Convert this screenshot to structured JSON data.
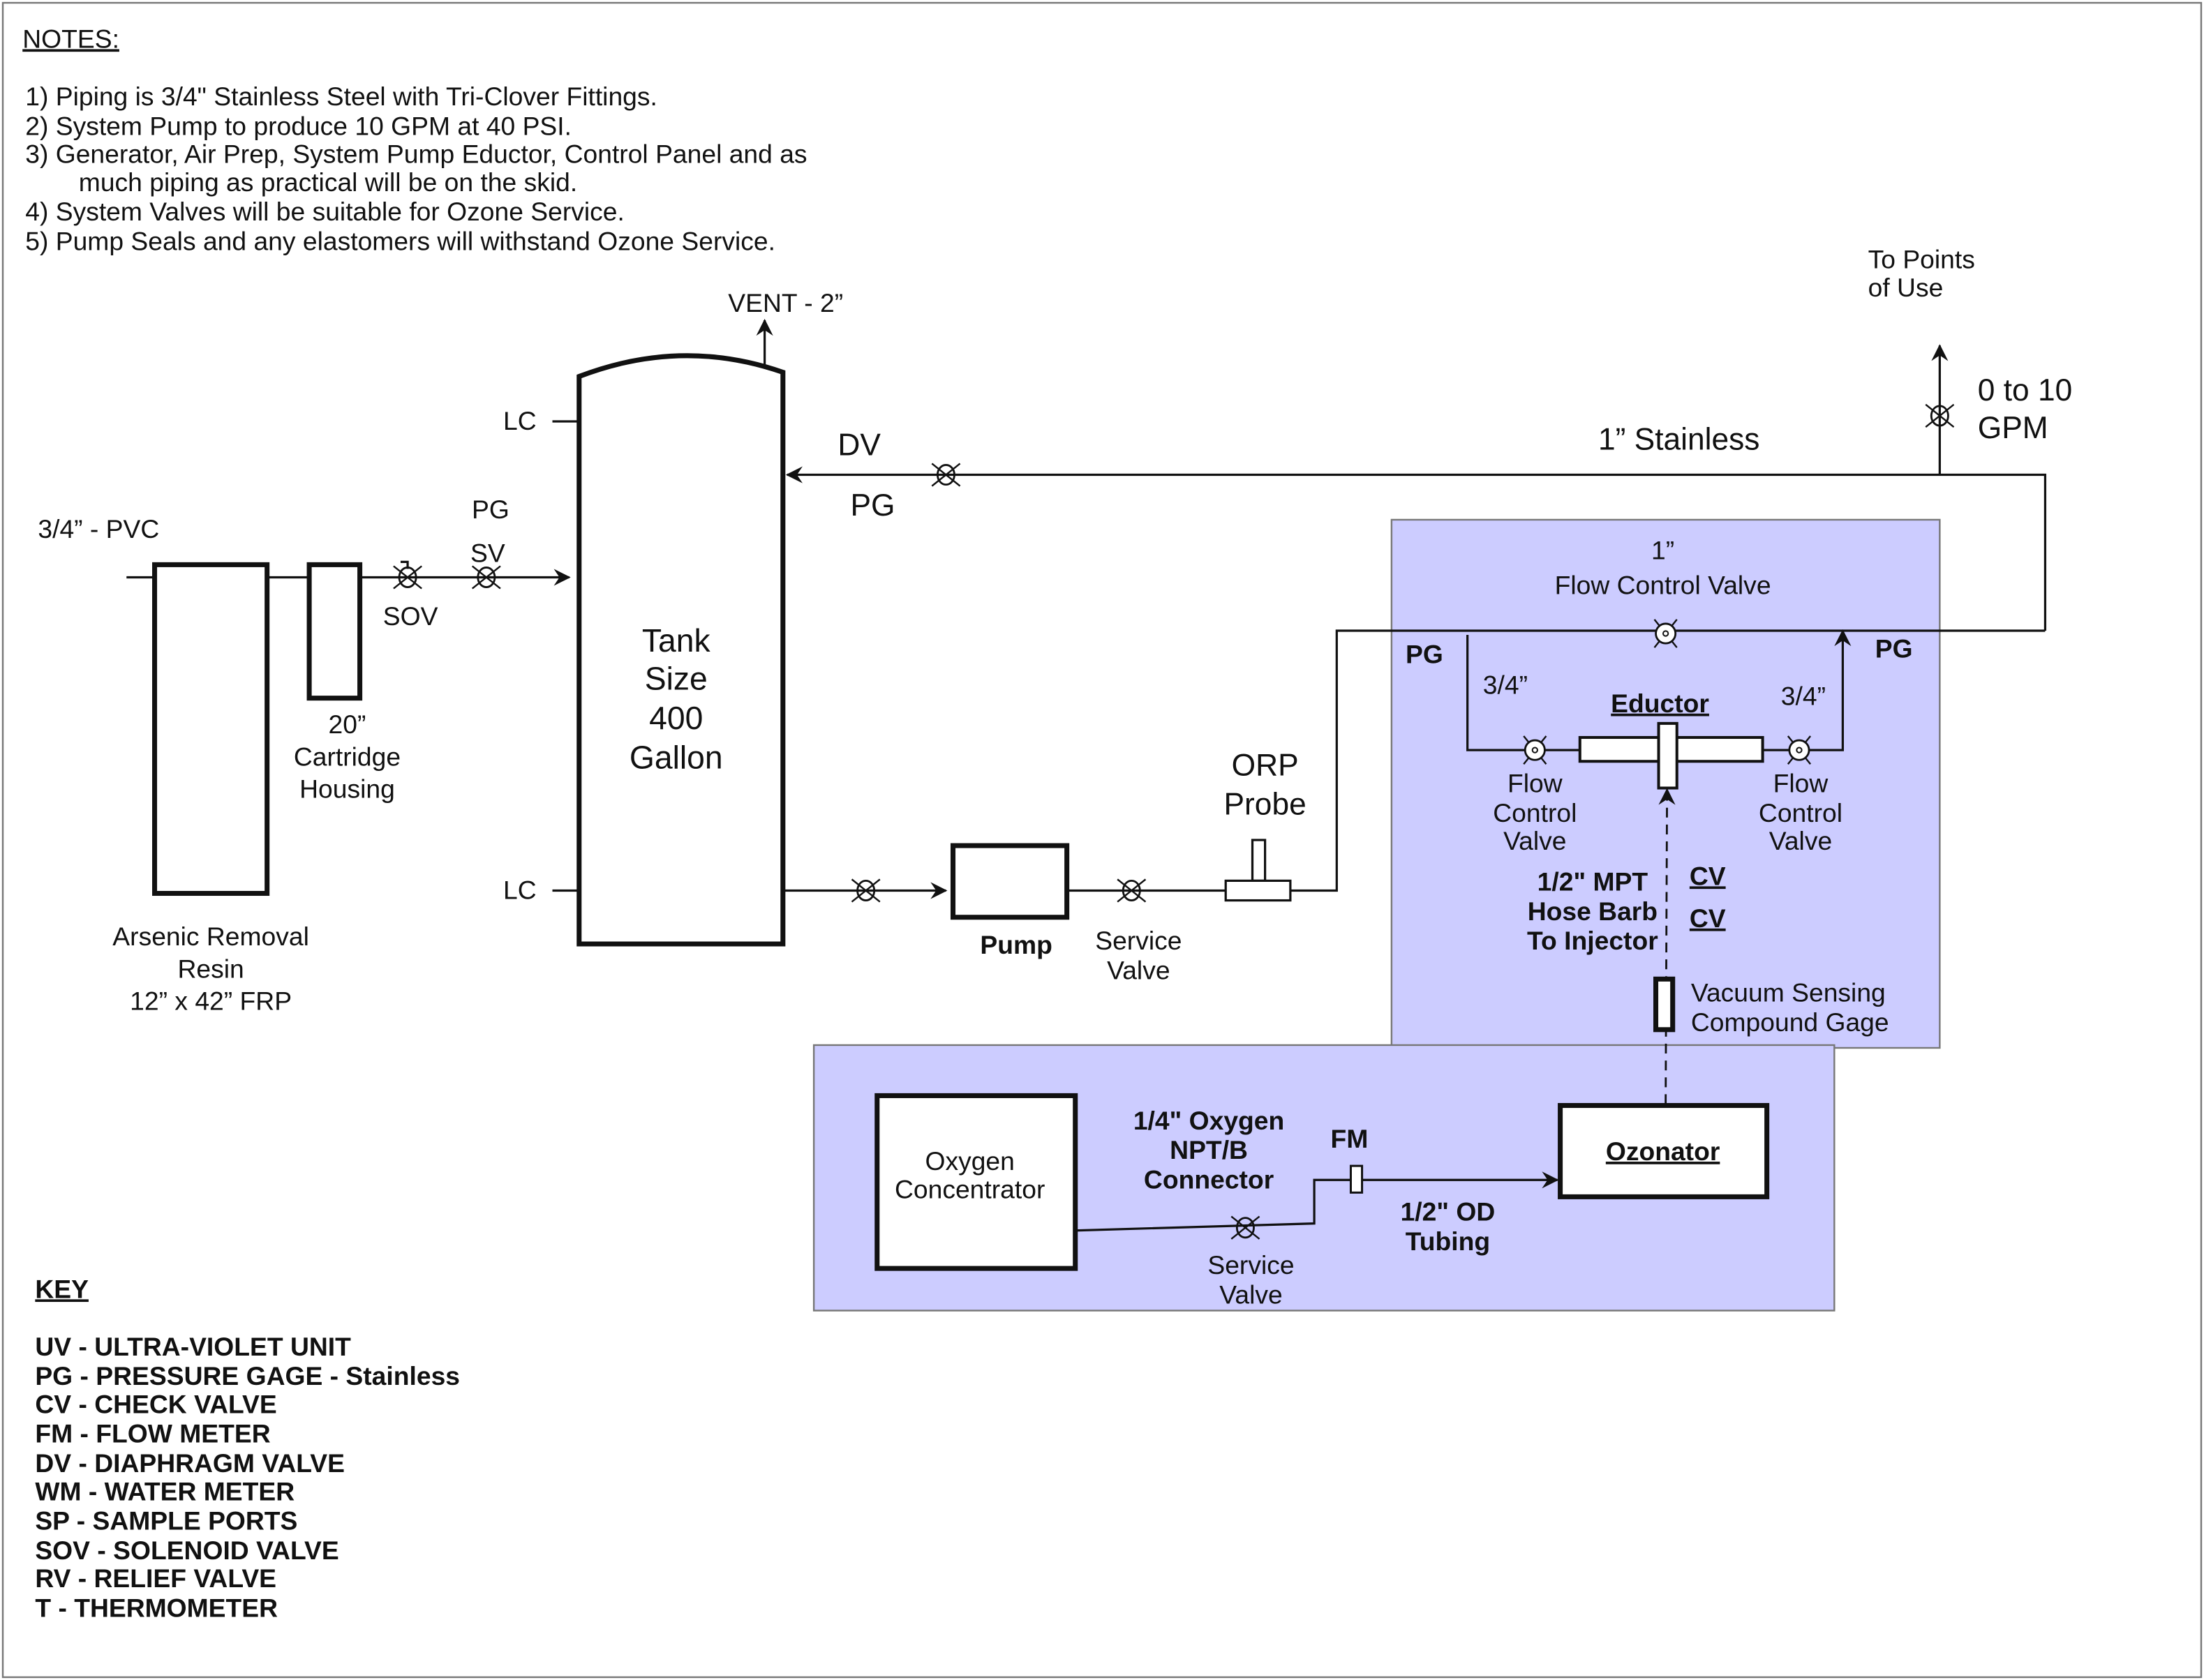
{
  "notes": {
    "title": "NOTES:",
    "items": [
      "1)  Piping is 3/4\" Stainless Steel with Tri-Clover Fittings.",
      "2)  System Pump to produce 10 GPM at 40 PSI.",
      "3)  Generator, Air Prep, System Pump Eductor, Control Panel and as",
      "much piping as practical will be on the skid.",
      "4)  System Valves will be suitable for Ozone Service.",
      "5)  Pump Seals and any elastomers will withstand Ozone Service."
    ]
  },
  "inlet": {
    "pipe_label": "3/4” - PVC",
    "sov_label": "SOV",
    "pg_label": "PG",
    "sv_label": "SV",
    "resin": [
      "Arsenic Removal",
      "Resin",
      "12” x 42” FRP"
    ],
    "cartridge": [
      "20”",
      "Cartridge",
      "Housing"
    ]
  },
  "tank": {
    "vent_label": "VENT - 2”",
    "lc_top": "LC",
    "lc_bottom": "LC",
    "lines": [
      "Tank",
      "Size",
      "400",
      "Gallon"
    ]
  },
  "return_line": {
    "dv_label": "DV",
    "pg_label": "PG",
    "pipe_label": "1” Stainless",
    "points_of_use": [
      "To Points",
      "of Use"
    ],
    "flow": [
      "0 to 10",
      "GPM"
    ]
  },
  "pump_line": {
    "pump_label": "Pump",
    "service_valve": [
      "Service",
      "Valve"
    ],
    "orp": [
      "ORP",
      "Probe"
    ]
  },
  "eductor_skid": {
    "fcv_top": [
      "1”",
      "Flow Control Valve"
    ],
    "pg_left": "PG",
    "pg_right": "PG",
    "size_left": "3/4”",
    "size_right": "3/4”",
    "eductor_label": "Eductor",
    "fcv_left": [
      "Flow",
      "Control",
      "Valve"
    ],
    "fcv_right": [
      "Flow",
      "Control",
      "Valve"
    ],
    "hose_barb": [
      "1/2\" MPT",
      "Hose Barb",
      "To Injector"
    ],
    "cv_1": "CV",
    "cv_2": "CV",
    "gage": [
      "Vacuum Sensing",
      "Compound Gage"
    ]
  },
  "oxygen_skid": {
    "concentrator": [
      "Oxygen",
      "Concentrator"
    ],
    "connector": [
      "1/4\" Oxygen",
      "NPT/B",
      "Connector"
    ],
    "fm_label": "FM",
    "service_valve": [
      "Service",
      "Valve"
    ],
    "tubing": [
      "1/2\" OD",
      "Tubing"
    ],
    "ozonator": "Ozonator"
  },
  "key": {
    "title": "KEY",
    "items": [
      "UV - ULTRA-VIOLET UNIT",
      "PG - PRESSURE GAGE  -  Stainless",
      "CV  -  CHECK VALVE",
      "FM - FLOW METER",
      "DV  - DIAPHRAGM VALVE",
      "WM  -  WATER METER",
      "SP  -  SAMPLE PORTS",
      "SOV  -  SOLENOID VALVE",
      "RV  -  RELIEF VALVE",
      "T  -  THERMOMETER"
    ]
  },
  "colors": {
    "skid_fill": "#ccccff",
    "line": "#111111"
  }
}
